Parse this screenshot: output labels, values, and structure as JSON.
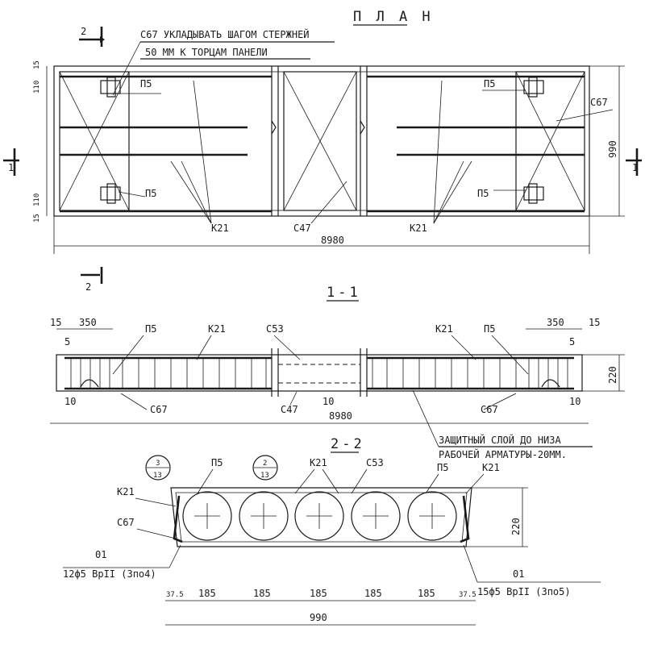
{
  "plan": {
    "title": "П Л А Н",
    "note_line1": "С67 УКЛАДЫВАТЬ ШАГОМ СТЕРЖНЕЙ",
    "note_line2": "50 ММ К ТОРЦАМ ПАНЕЛИ",
    "section_mark_2": "2",
    "section_mark_1": "1",
    "label_p5": "П5",
    "label_c67": "С67",
    "label_k21": "К21",
    "label_c47": "С47",
    "dim_length": "8980",
    "dim_width": "990",
    "dim_15": "15",
    "dim_110": "110"
  },
  "section_1_1": {
    "title": "1-1",
    "label_p5": "П5",
    "label_k21": "К21",
    "label_c53": "С53",
    "label_c67": "С67",
    "label_c47": "С47",
    "dim_350": "350",
    "dim_15": "15",
    "dim_5": "5",
    "dim_10": "10",
    "dim_220": "220",
    "dim_length": "8980",
    "note_line1": "ЗАЩИТНЫЙ СЛОЙ ДО НИЗА",
    "note_line2": "РАБОЧЕЙ АРМАТУРЫ-20ММ."
  },
  "section_2_2": {
    "title": "2-2",
    "bubble_left_top": "3",
    "bubble_left_bottom": "13",
    "bubble_mid_top": "2",
    "bubble_mid_bottom": "13",
    "label_p5": "П5",
    "label_k21": "К21",
    "label_c53": "С53",
    "label_c67": "С67",
    "label_01": "01",
    "rebar_left": "12ф5 ВрII (3по4)",
    "rebar_right": "15ф5 ВрII (3по5)",
    "dim_375": "37.5",
    "dim_185": "185",
    "dim_220": "220",
    "dim_990": "990"
  }
}
